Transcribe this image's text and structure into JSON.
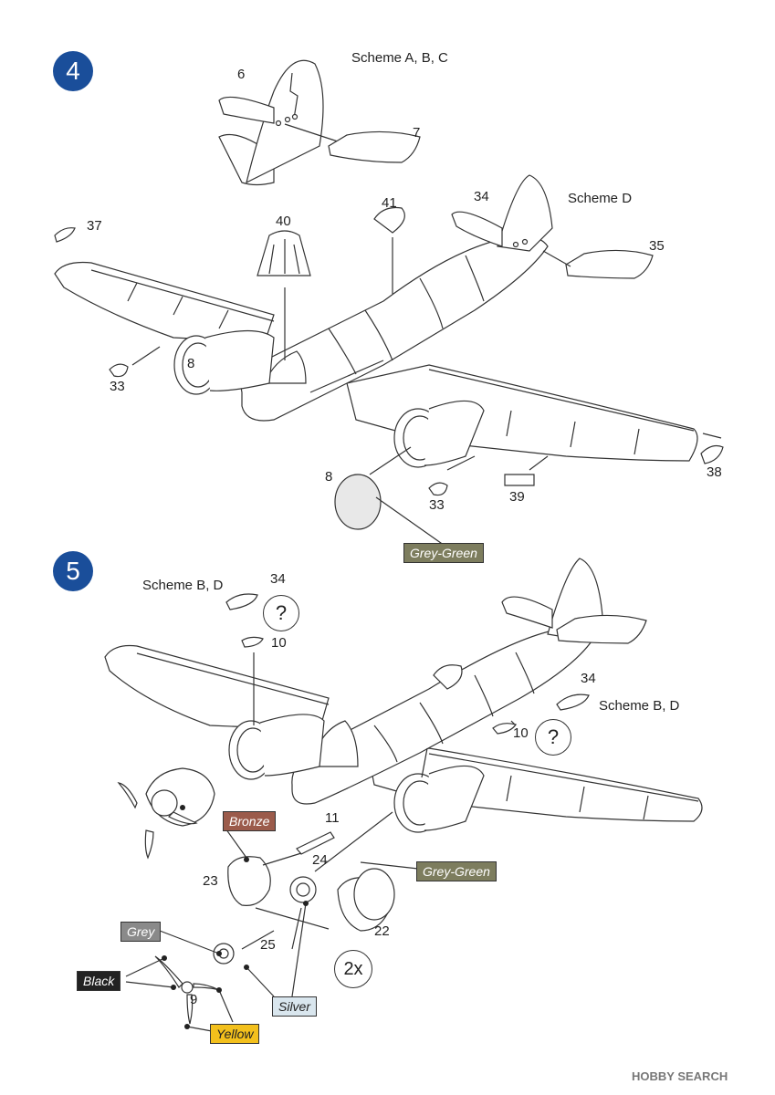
{
  "steps": {
    "four": {
      "number": "4"
    },
    "five": {
      "number": "5"
    }
  },
  "step4_labels": {
    "scheme_abc": "Scheme A, B, C",
    "scheme_d": "Scheme D",
    "p6": "6",
    "p7": "7",
    "p41": "41",
    "p34": "34",
    "p35": "35",
    "p37": "37",
    "p40": "40",
    "p8a": "8",
    "p33a": "33",
    "p8b": "8",
    "p33b": "33",
    "p39": "39",
    "p38": "38"
  },
  "step5_labels": {
    "scheme_bd_left": "Scheme B, D",
    "scheme_bd_right": "Scheme B, D",
    "p34a": "34",
    "p10a": "10",
    "p34b": "34",
    "p10b": "10",
    "p11": "11",
    "p24": "24",
    "p23": "23",
    "p22": "22",
    "p25": "25",
    "p9": "9",
    "q1": "?",
    "q2": "?",
    "twox": "2x"
  },
  "color_tags": {
    "grey_green_1": {
      "text": "Grey-Green",
      "bg": "#7d7d5e",
      "fg": "#ffffff"
    },
    "grey_green_2": {
      "text": "Grey-Green",
      "bg": "#7d7d5e",
      "fg": "#ffffff"
    },
    "bronze": {
      "text": "Bronze",
      "bg": "#9b5b4b",
      "fg": "#ffffff"
    },
    "grey": {
      "text": "Grey",
      "bg": "#8a8a8a",
      "fg": "#ffffff"
    },
    "black": {
      "text": "Black",
      "bg": "#222222",
      "fg": "#ffffff"
    },
    "silver": {
      "text": "Silver",
      "bg": "#d9e6ee",
      "fg": "#222222"
    },
    "yellow": {
      "text": "Yellow",
      "bg": "#f3c01c",
      "fg": "#222222"
    }
  },
  "watermark": {
    "text": "HOBBY SEARCH"
  }
}
